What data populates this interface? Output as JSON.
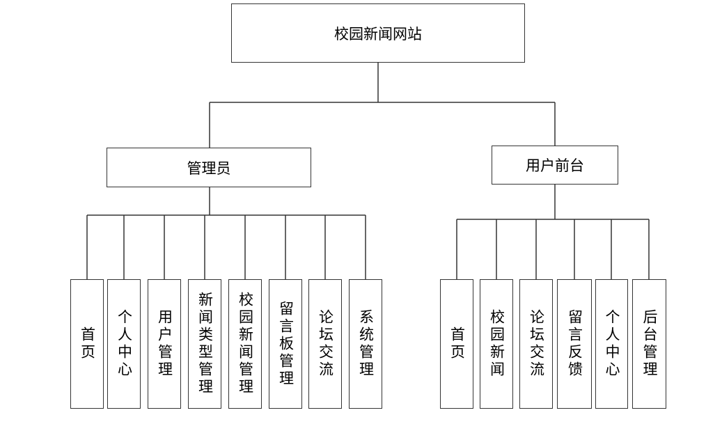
{
  "root": {
    "label": "校园新闻网站"
  },
  "admin": {
    "label": "管理员",
    "children": [
      "首页",
      "个人中心",
      "用户管理",
      "新闻类型管理",
      "校园新闻管理",
      "留言板管理",
      "论坛交流",
      "系统管理"
    ]
  },
  "user": {
    "label": "用户前台",
    "children": [
      "首页",
      "校园新闻",
      "论坛交流",
      "留言反馈",
      "个人中心",
      "后台管理"
    ]
  }
}
